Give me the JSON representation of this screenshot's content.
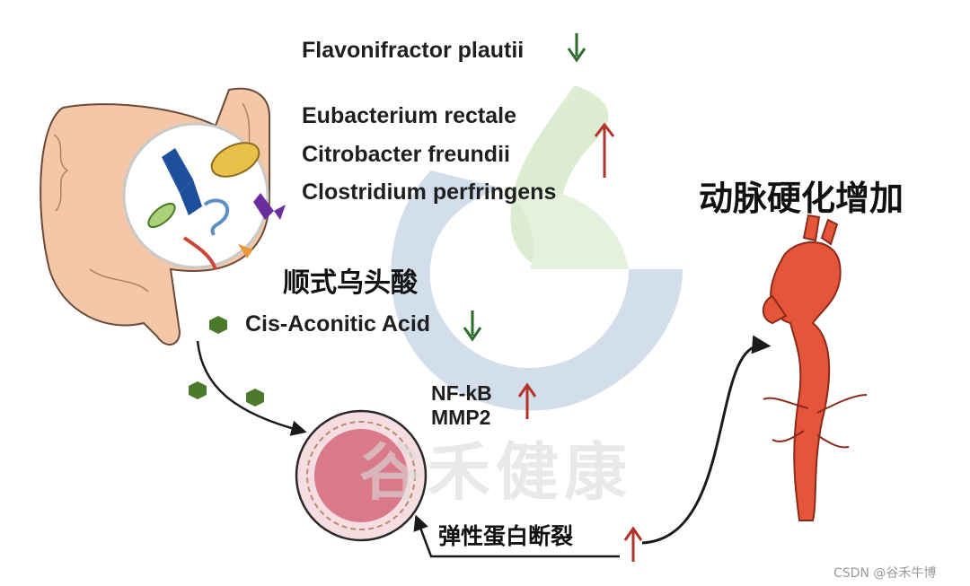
{
  "bacteria": {
    "decreased": {
      "name": "Flavonifractor plautii",
      "arrow": "down",
      "arrow_color": "#2e6b2c"
    },
    "increased": {
      "names": [
        "Eubacterium rectale",
        "Citrobacter freundii",
        "Clostridium perfringens"
      ],
      "arrow": "up",
      "arrow_color": "#b3322a"
    }
  },
  "outcome": {
    "label": "动脉硬化增加"
  },
  "metabolite": {
    "name_cn": "顺式乌头酸",
    "name_en": "Cis-Aconitic Acid",
    "arrow": "down",
    "arrow_color": "#2e6b2c"
  },
  "markers": {
    "lines": [
      "NF-kB",
      "MMP2"
    ],
    "arrow": "up",
    "arrow_color": "#b3322a"
  },
  "elastin": {
    "label": "弹性蛋白断裂",
    "arrow": "up",
    "arrow_color": "#b3322a"
  },
  "watermark": {
    "text": "谷禾健康"
  },
  "credit": {
    "text": "CSDN @谷禾牛博"
  },
  "colors": {
    "gut": "#f3c7a7",
    "vessel": "#e08a97",
    "aorta": "#e4553a",
    "watermark_green": "#9ecb7d",
    "watermark_blue": "#7fa3c6"
  }
}
